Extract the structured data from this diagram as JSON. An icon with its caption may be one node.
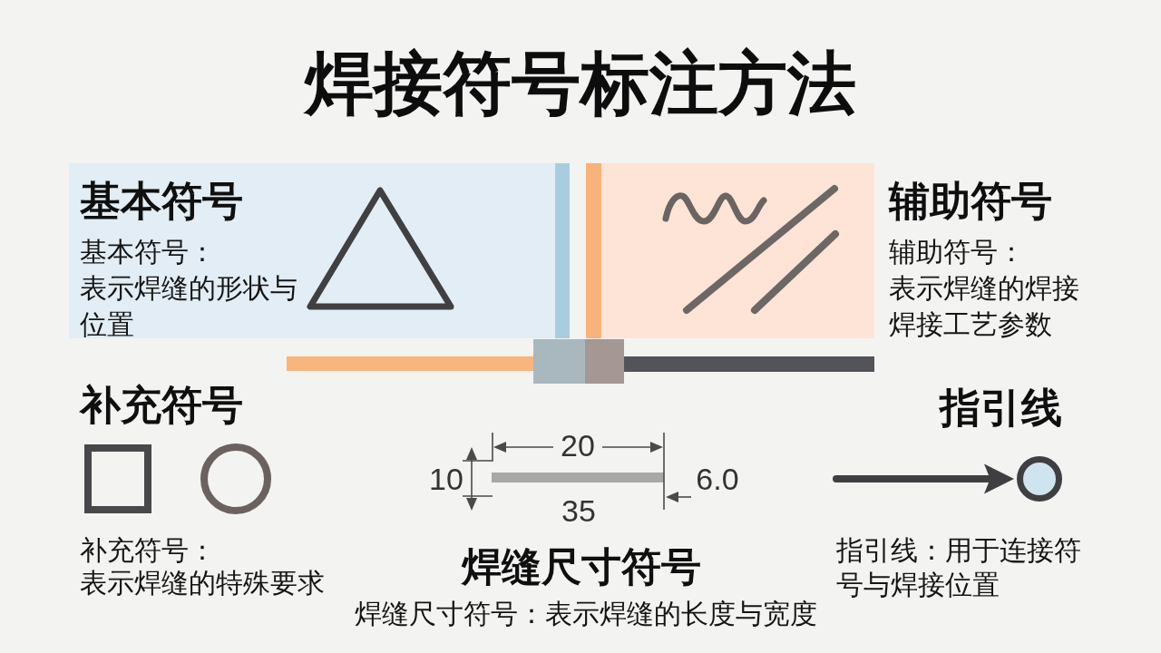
{
  "diagram": {
    "title": "焊接符号标注方法",
    "nodes": [
      {
        "text": [
          "基本符号",
          "基本符号：",
          "表示焊缝的形状与位置"
        ]
      },
      {
        "text": [
          "辅助符号",
          "辅助符号：",
          "表示焊缝的焊接焊接工艺参数"
        ]
      },
      {
        "text": [],
        "shape": "circle"
      }
    ],
    "edges": [
      {
        "from": null,
        "to": 2,
        "arrow": "to"
      }
    ],
    "labels": [
      "补充符号",
      "补充符号：",
      "表示焊缝的特殊要求",
      "20",
      "10",
      "6.0",
      "35",
      "焊缝尺寸符号",
      "焊缝尺寸符号：表示焊缝的长度与宽度",
      "指引线",
      "指引线：用于连接符号与焊接位置"
    ]
  }
}
